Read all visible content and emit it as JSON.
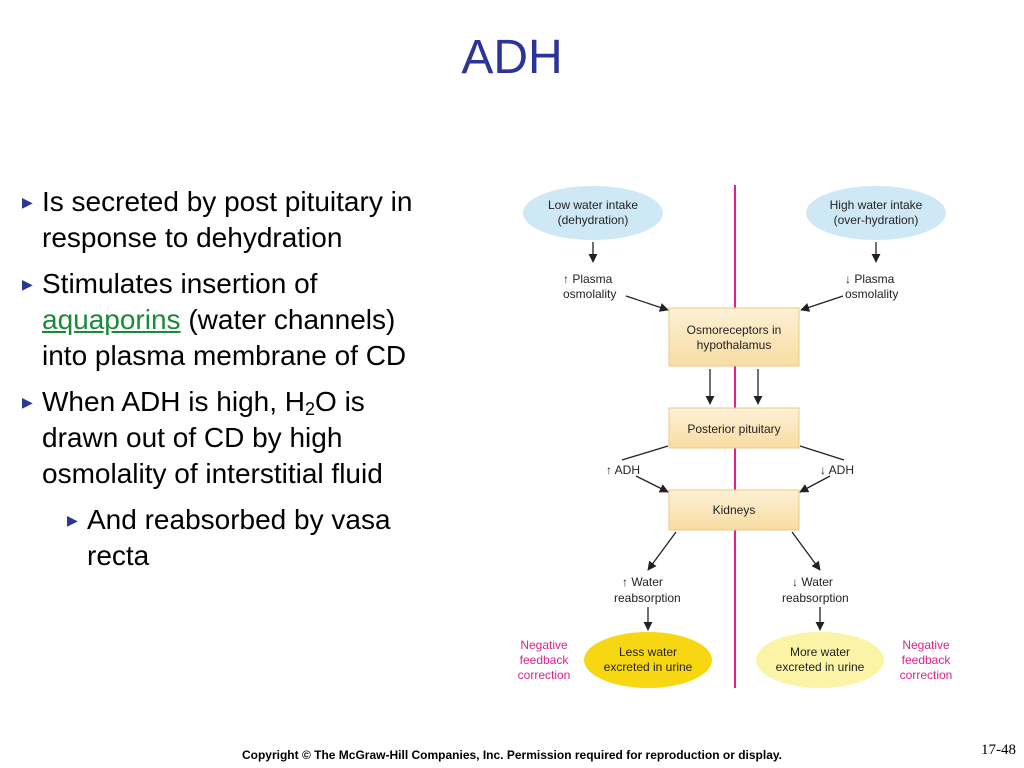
{
  "title": "ADH",
  "bullets": {
    "b1": "Is secreted by post pituitary in response to dehydration",
    "b2_pre": "Stimulates insertion of",
    "b2_link": "aquaporins",
    "b2_post": " (water channels) into plasma membrane of CD",
    "b3_pre": "When ADH is high, H",
    "b3_sub": "2",
    "b3_post": "O is drawn out of CD by high osmolality of interstitial fluid",
    "b4": "And reabsorbed by vasa recta"
  },
  "diagram": {
    "low_intake_1": "Low water intake",
    "low_intake_2": "(dehydration)",
    "high_intake_1": "High water intake",
    "high_intake_2": "(over-hydration)",
    "up_plasma_1": "↑ Plasma",
    "plasma_2": "osmolality",
    "down_plasma_1": "↓ Plasma",
    "osmo_1": "Osmoreceptors in",
    "osmo_2": "hypothalamus",
    "post_pit": "Posterior pituitary",
    "up_adh": "↑ ADH",
    "down_adh": "↓ ADH",
    "kidneys": "Kidneys",
    "up_water_1": "↑ Water",
    "water_2": "reabsorption",
    "down_water_1": "↓ Water",
    "less_1": "Less water",
    "less_2": "excreted in urine",
    "more_1": "More water",
    "more_2": "excreted in urine",
    "neg_1": "Negative",
    "neg_2": "feedback",
    "neg_3": "correction"
  },
  "colors": {
    "title": "#2b3595",
    "link": "#1a8a3a",
    "divider": "#e0218a",
    "cloud": "#cfe8f5",
    "box": "#fbe4b4",
    "less_ellipse": "#f6d712",
    "more_ellipse": "#fbf3a6"
  },
  "footer": {
    "copyright": "Copyright © The McGraw-Hill Companies, Inc. Permission required for reproduction or display.",
    "slide_number": "17-48"
  }
}
